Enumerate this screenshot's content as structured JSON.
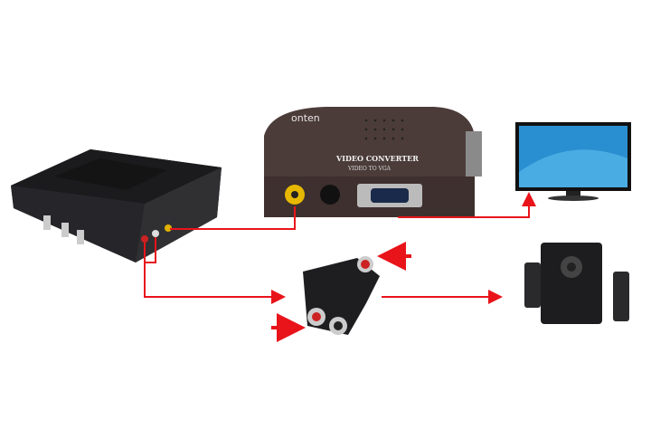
{
  "converter": {
    "brand": "onten",
    "title": "VIDEO CONVERTER",
    "subtitle": "VIDEO TO VGA"
  },
  "colors": {
    "wire": "#e8141a",
    "converter_body": "#4b3c3a",
    "player_body": "#232325",
    "screen": "#2a8fd0"
  }
}
